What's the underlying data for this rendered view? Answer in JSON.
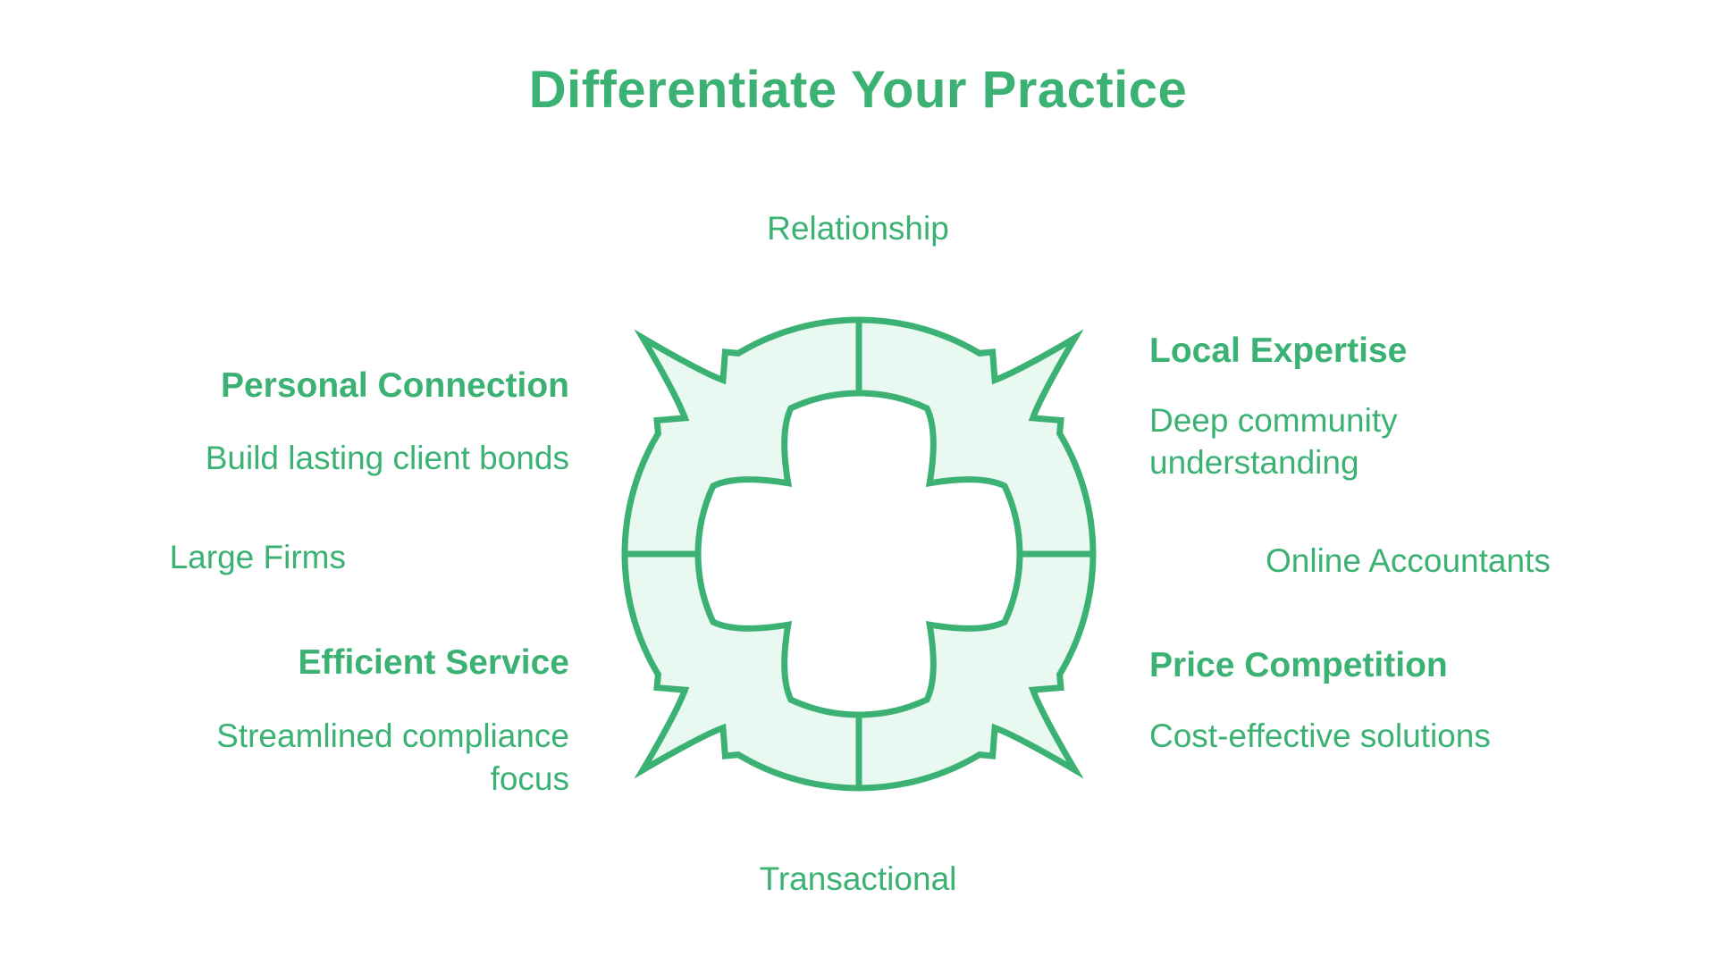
{
  "title": "Differentiate Your Practice",
  "colors": {
    "accent_green": "#3BB273",
    "fill_mint": "#E9F8F0",
    "background": "#FFFFFF"
  },
  "cycle": {
    "top_label": "Relationship",
    "bottom_label": "Transactional",
    "left_label": "Large Firms",
    "right_label": "Online Accountants"
  },
  "sections": [
    {
      "heading": "Personal Connection",
      "description": "Build lasting client bonds",
      "position": "top-left"
    },
    {
      "heading": "Local Expertise",
      "description": "Deep community\nunderstanding",
      "position": "top-right"
    },
    {
      "heading": "Efficient Service",
      "description": "Streamlined compliance\nfocus",
      "position": "bottom-left"
    },
    {
      "heading": "Price Competition",
      "description": "Cost-effective solutions",
      "position": "bottom-right"
    }
  ]
}
